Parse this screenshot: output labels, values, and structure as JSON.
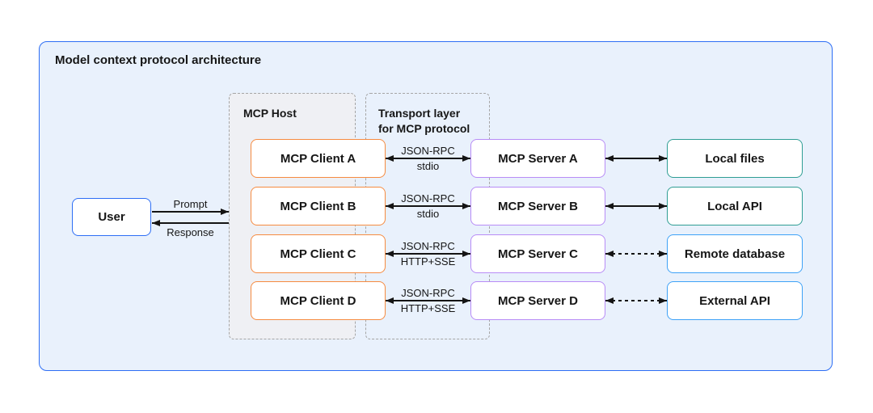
{
  "title": "Model context protocol architecture",
  "user_flow": {
    "user_label": "User",
    "prompt_label": "Prompt",
    "response_label": "Response"
  },
  "host": {
    "label": "MCP Host",
    "clients": [
      {
        "label": "MCP Client A"
      },
      {
        "label": "MCP Client B"
      },
      {
        "label": "MCP Client C"
      },
      {
        "label": "MCP Client D"
      }
    ]
  },
  "transport": {
    "label_line1": "Transport layer",
    "label_line2": "for MCP protocol",
    "links": [
      {
        "protocol": "JSON-RPC",
        "transport": "stdio",
        "style": "solid"
      },
      {
        "protocol": "JSON-RPC",
        "transport": "stdio",
        "style": "solid"
      },
      {
        "protocol": "JSON-RPC",
        "transport": "HTTP+SSE",
        "style": "solid"
      },
      {
        "protocol": "JSON-RPC",
        "transport": "HTTP+SSE",
        "style": "solid"
      }
    ]
  },
  "servers": [
    {
      "label": "MCP Server A"
    },
    {
      "label": "MCP Server B"
    },
    {
      "label": "MCP Server C"
    },
    {
      "label": "MCP Server D"
    }
  ],
  "resources": [
    {
      "label": "Local files",
      "link_style": "solid"
    },
    {
      "label": "Local API",
      "link_style": "solid"
    },
    {
      "label": "Remote database",
      "link_style": "dashed"
    },
    {
      "label": "External API",
      "link_style": "dashed"
    }
  ],
  "colors": {
    "panel_border": "#2d6ef5",
    "panel_bg": "#e9f1fc",
    "host_bg": "#eff0f4",
    "dash_border": "#a5a5a5",
    "user_border": "#2d6ef5",
    "client_border": "#f68b40",
    "server_border": "#b88cf6",
    "local_border": "#2f9e94",
    "remote_border": "#3ea2f7",
    "arrow_color": "#141414",
    "text_color": "#161616"
  }
}
